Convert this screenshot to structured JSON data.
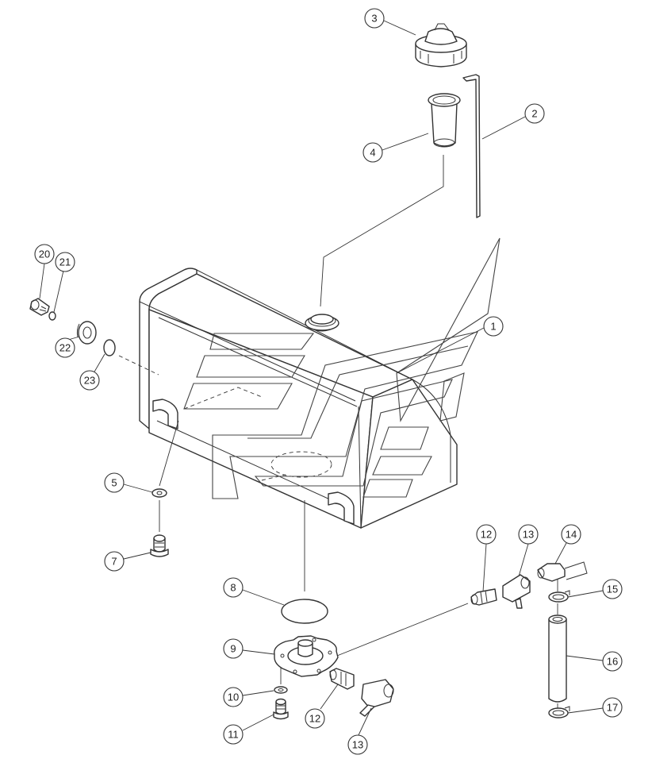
{
  "diagram": {
    "type": "exploded-parts-diagram",
    "subject": "fuel tank",
    "line_color": "#333333",
    "background_color": "#ffffff",
    "callouts": [
      "1",
      "2",
      "3",
      "4",
      "5",
      "7",
      "8",
      "9",
      "10",
      "11",
      "12",
      "12",
      "13",
      "13",
      "14",
      "15",
      "16",
      "17",
      "20",
      "21",
      "22",
      "23"
    ]
  }
}
